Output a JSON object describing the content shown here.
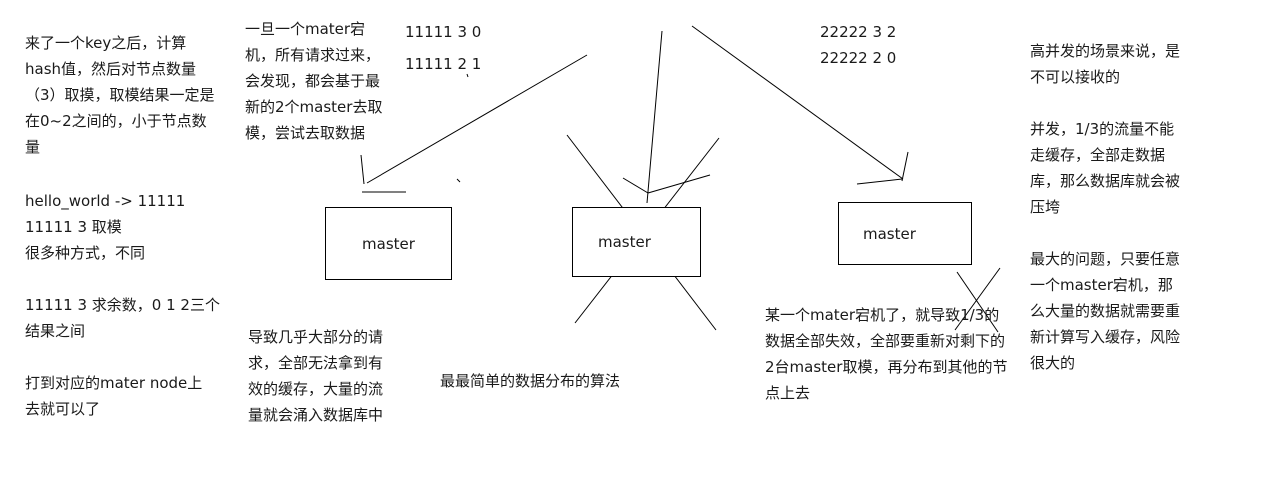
{
  "canvas": {
    "background": "#ffffff",
    "ink": "#000000"
  },
  "notes": {
    "key_hash": "来了一个key之后，计算\nhash值，然后对节点数量\n（3）取摸，取模结果一定是\n在0~2之间的，小于节点数\n量",
    "hello_world": "hello_world -> 11111\n11111 3 取模\n很多种方式，不同",
    "remainder": "11111 3 求余数，0 1 2三个\n结果之间",
    "hit_node": "打到对应的mater node上\n去就可以了",
    "failover": "一旦一个mater宕\n机，所有请求过来，\n会发现，都会基于最\n新的2个master去取\n模，尝试去取数据",
    "mod_11111": "11111 3 0\n11111 2 1",
    "mod_22222": "22222 3 2\n22222 2 0",
    "unacceptable": "高并发的场景来说，是\n不可以接收的\n\n并发，1/3的流量不能\n走缓存，全部走数据\n库，那么数据库就会被\n压垮",
    "biggest_problem": "最大的问题，只要任意\n一个master宕机，那\n么大量的数据就需要重\n新计算写入缓存，风险\n很大的",
    "invalid_requests": "导致几乎大部分的请\n求，全部无法拿到有\n效的缓存，大量的流\n量就会涌入数据库中",
    "simplest_algo": "最最简单的数据分布的算法",
    "one_third_invalid": "某一个mater宕机了，就导致1/3的\n数据全部失效，全部要重新对剩下的\n2台master取模，再分布到其他的节\n点上去"
  },
  "nodes": {
    "master1": "master",
    "master2": "master",
    "master3": "master"
  }
}
